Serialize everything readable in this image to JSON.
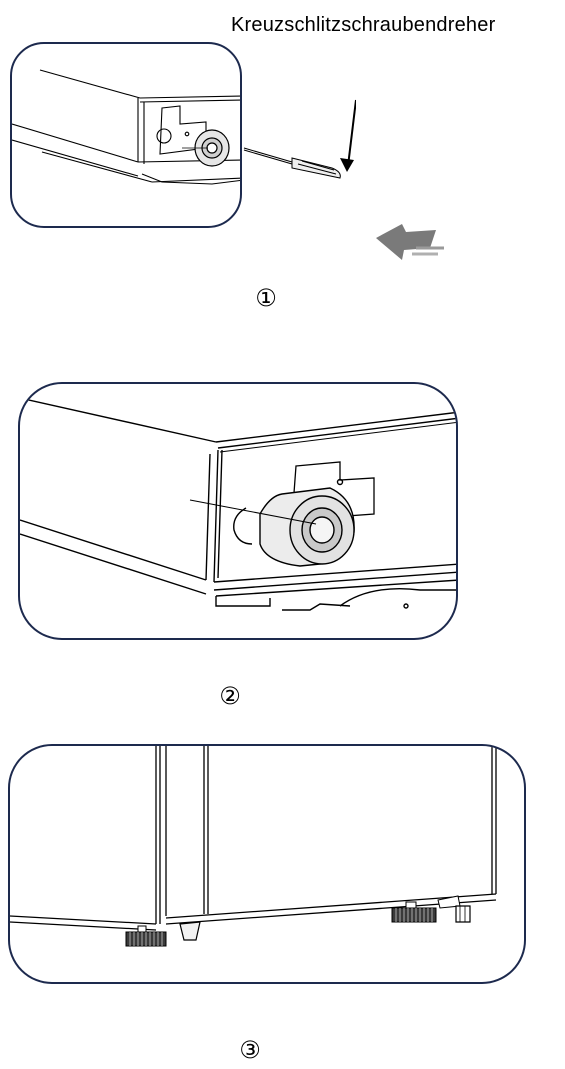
{
  "tool_label": "Kreuzschlitzschraubendreher",
  "steps": [
    "①",
    "②",
    "③"
  ]
}
